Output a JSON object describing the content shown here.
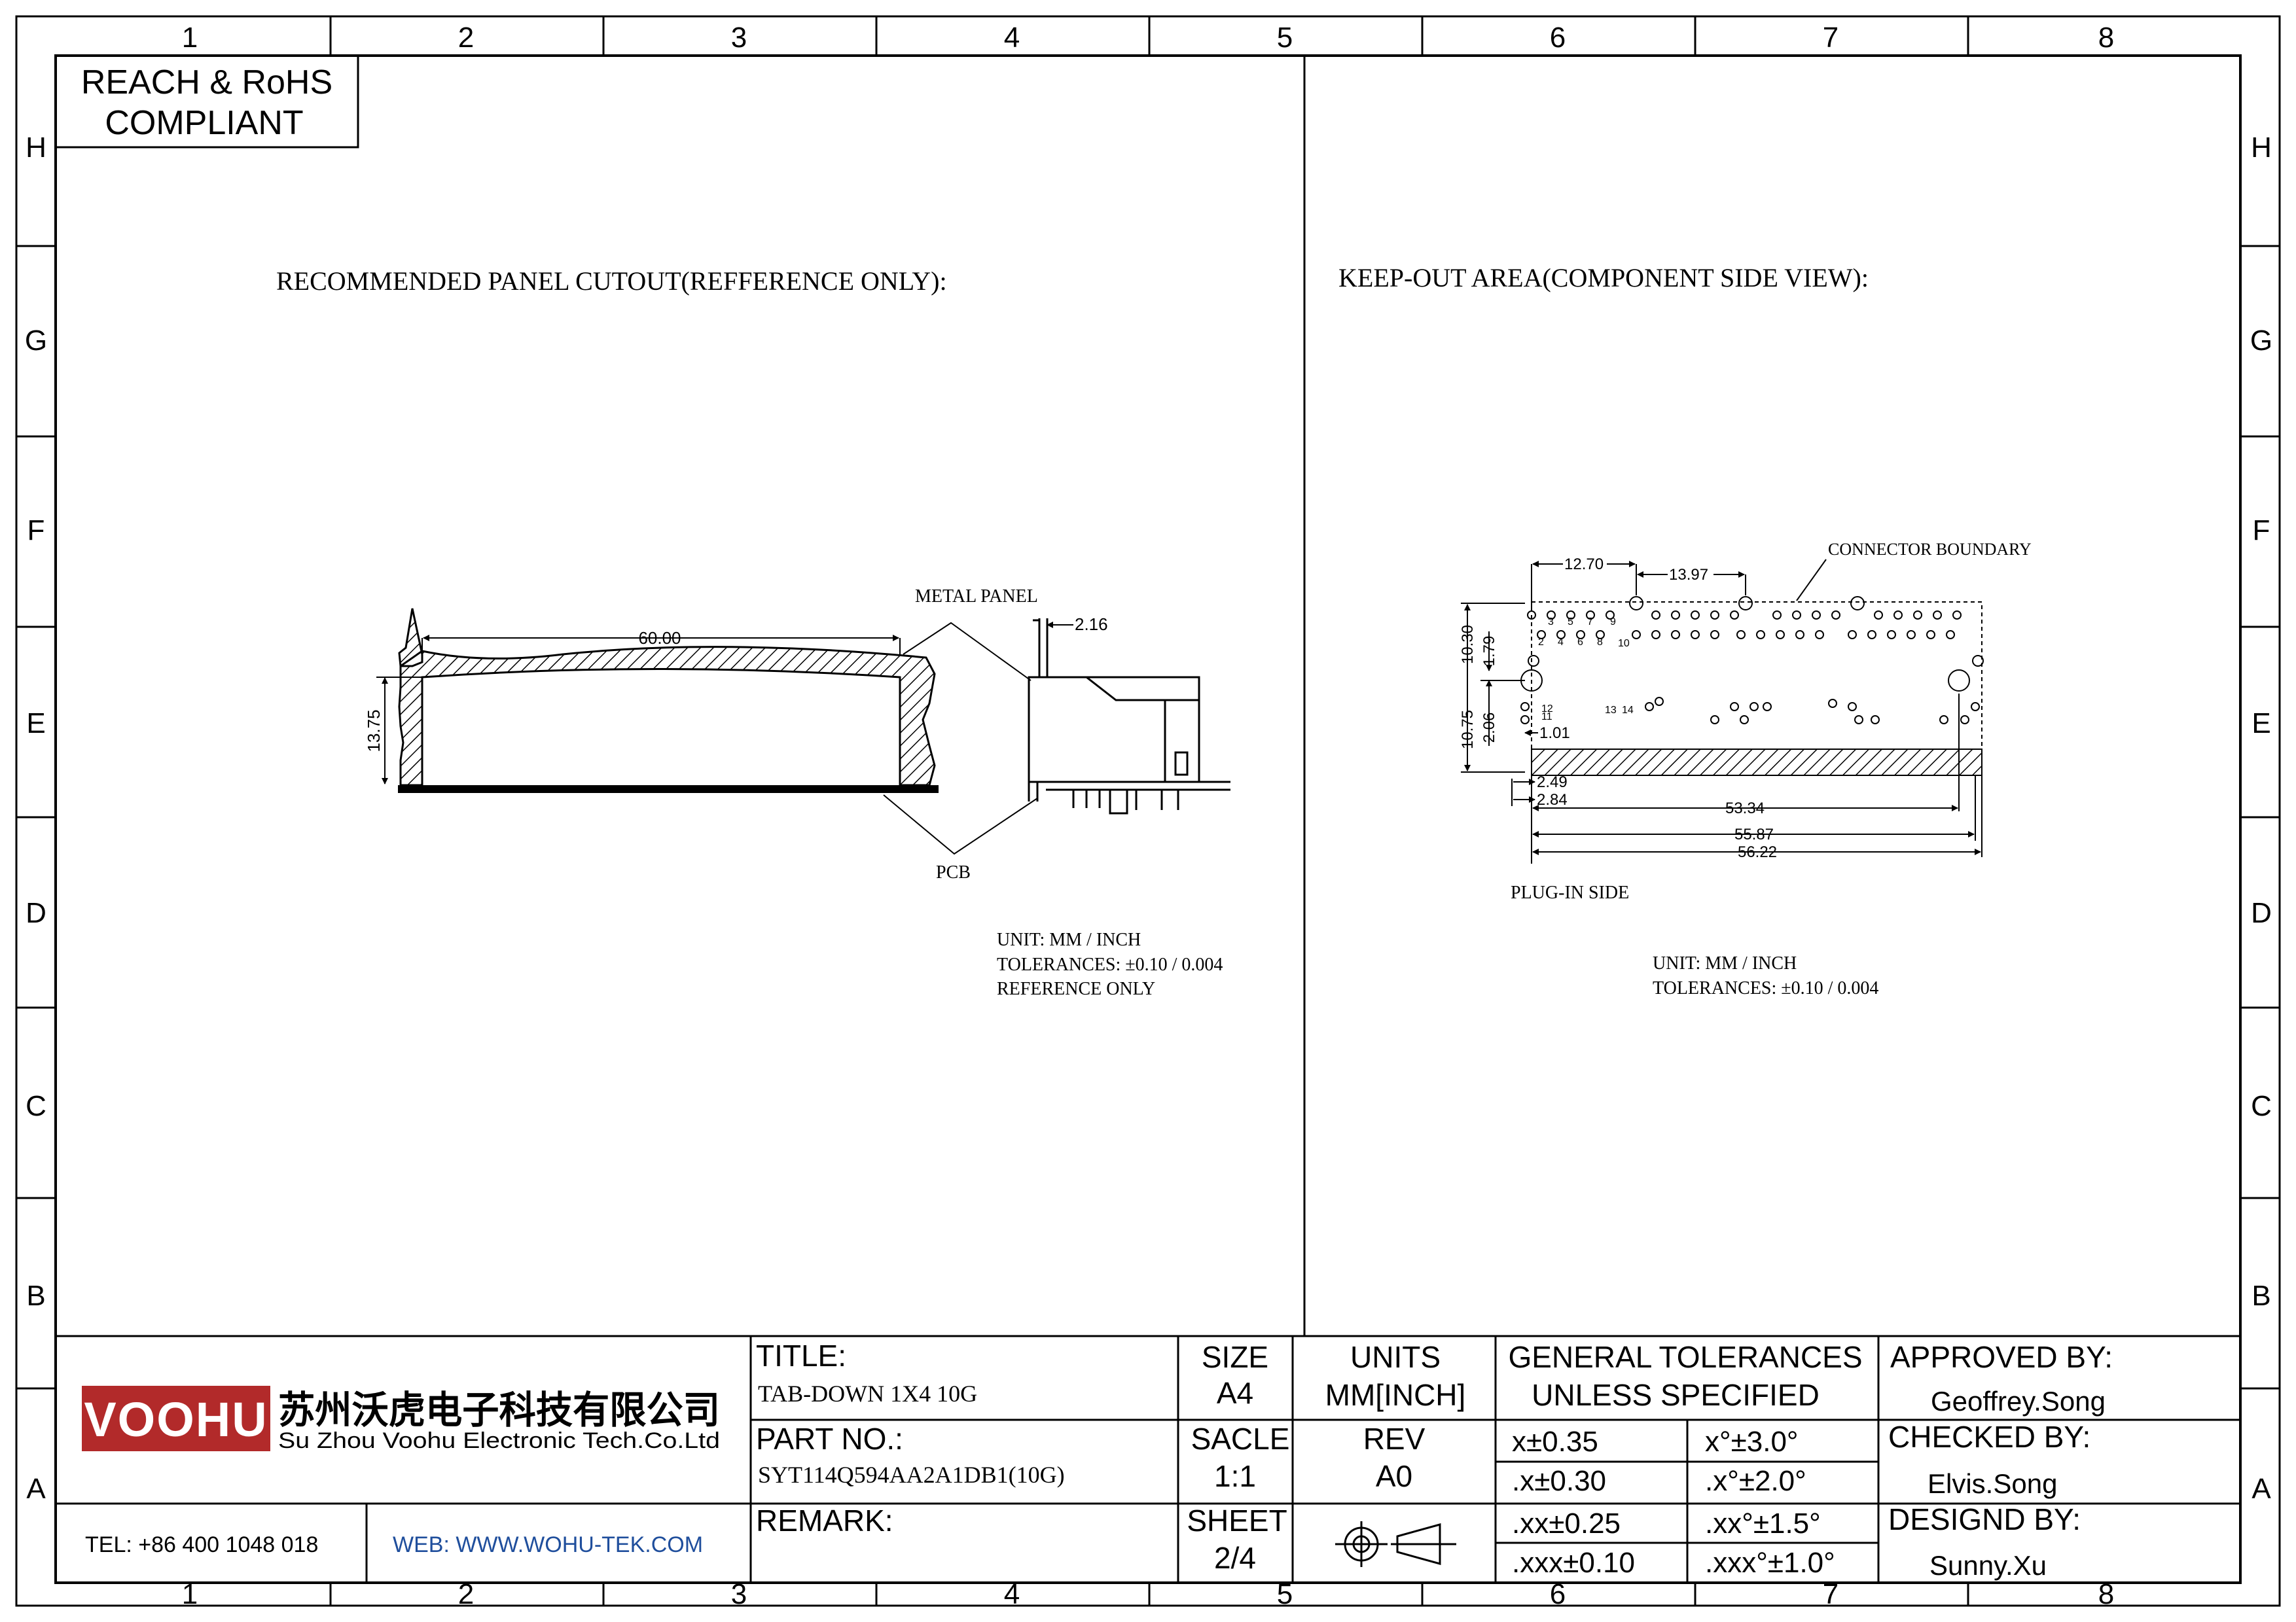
{
  "zones": {
    "columns": [
      "1",
      "2",
      "3",
      "4",
      "5",
      "6",
      "7",
      "8"
    ],
    "rows": [
      "H",
      "G",
      "F",
      "E",
      "D",
      "C",
      "B",
      "A"
    ]
  },
  "compliance": {
    "line1": "REACH & RoHS",
    "line2": "COMPLIANT"
  },
  "left_view": {
    "title": "RECOMMENDED PANEL CUTOUT(REFFERENCE ONLY):",
    "dim_width": "60.00",
    "dim_height": "13.75",
    "metal_panel_label": "METAL PANEL",
    "pcb_label": "PCB",
    "dim_panel_thickness": "2.16",
    "notes": [
      "UNIT: MM / INCH",
      "TOLERANCES: ±0.10 / 0.004",
      "REFERENCE ONLY"
    ]
  },
  "right_view": {
    "title": "KEEP-OUT AREA(COMPONENT SIDE VIEW):",
    "connector_boundary": "CONNECTOR BOUNDARY",
    "plug_in_side": "PLUG-IN SIDE",
    "dims": {
      "d1270": "12.70",
      "d1397": "13.97",
      "d1030": "10.30",
      "d179": "1.79",
      "d1075": "10.75",
      "d206": "2.06",
      "d101": "1.01",
      "d249": "2.49",
      "d284": "2.84",
      "d5334": "53.34",
      "d5587": "55.87",
      "d5622": "56.22"
    },
    "pin_numbers_top": [
      "2",
      "3",
      "4",
      "5",
      "6",
      "7",
      "8",
      "9",
      "10"
    ],
    "pin_numbers_mid": [
      "11",
      "12",
      "13",
      "14"
    ],
    "notes": [
      "UNIT: MM / INCH",
      "TOLERANCES: ±0.10 / 0.004"
    ]
  },
  "title_block": {
    "logo_text": "VOOHU",
    "company_cn": "苏州沃虎电子科技有限公司",
    "company_en": "Su Zhou Voohu Electronic Tech.Co.Ltd",
    "tel": "TEL: +86 400 1048 018",
    "web": "WEB: WWW.WOHU-TEK.COM",
    "title_label": "TITLE:",
    "title_value": "TAB-DOWN 1X4 10G",
    "part_label": "PART NO.:",
    "part_value": "SYT114Q594AA2A1DB1(10G)",
    "remark_label": "REMARK:",
    "size_label": "SIZE",
    "size_value": "A4",
    "scale_label": "SACLE",
    "scale_value": "1:1",
    "sheet_label": "SHEET",
    "sheet_value": "2/4",
    "units_label": "UNITS",
    "units_value": "MM[INCH]",
    "rev_label": "REV",
    "rev_value": "A0",
    "tol_header1": "GENERAL TOLERANCES",
    "tol_header2": "UNLESS SPECIFIED",
    "tol_linear": [
      "x±0.35",
      ".x±0.30",
      ".xx±0.25",
      ".xxx±0.10"
    ],
    "tol_angular": [
      "x°±3.0°",
      ".x°±2.0°",
      ".xx°±1.5°",
      ".xxx°±1.0°"
    ],
    "approved_label": "APPROVED BY:",
    "approved_value": "Geoffrey.Song",
    "checked_label": "CHECKED BY:",
    "checked_value": "Elvis.Song",
    "designed_label": "DESIGND BY:",
    "designed_value": "Sunny.Xu",
    "colors": {
      "logo_red": "#b22a2a",
      "web_blue": "#1f4e9c"
    }
  }
}
